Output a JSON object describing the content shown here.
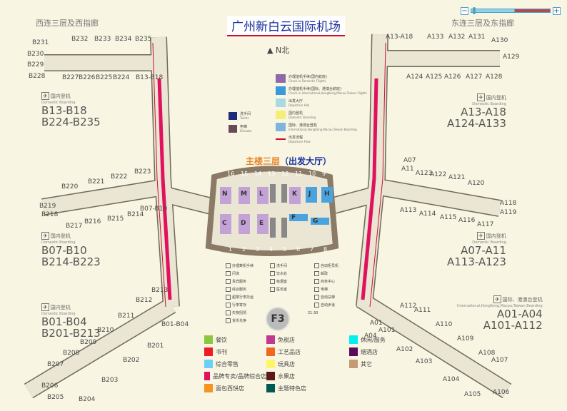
{
  "title": "广州新白云国际机场",
  "zoom_control": {
    "minus": "−",
    "plus": "+",
    "level": 0.55
  },
  "regions": {
    "west": "西连三层及西指廊",
    "east": "东连三层及东指廊",
    "main": "主楼三层",
    "main_sub": "（出发大厅）"
  },
  "compass": "N北",
  "boarding_blocks": [
    {
      "cn": "国内登机",
      "en": "Domestic Boarding",
      "line1": "B13-B18",
      "line2": "B224-B235"
    },
    {
      "cn": "国内登机",
      "en": "Domestic Boarding",
      "line1": "B07-B10",
      "line2": "B214-B223"
    },
    {
      "cn": "国内登机",
      "en": "Domestic Boarding",
      "line1": "B01-B04",
      "line2": "B201-B213"
    },
    {
      "cn": "国内登机",
      "en": "Domestic Boarding",
      "line1": "A13-A18",
      "line2": "A124-A133"
    },
    {
      "cn": "国内登机",
      "en": "Domestic Boarding",
      "line1": "A07-A11",
      "line2": "A113-A123"
    },
    {
      "cn": "国际、港澳台登机",
      "en": "International,HongKong,Macau,Taiwan Boarding",
      "line1": "A01-A04",
      "line2": "A101-A112"
    }
  ],
  "gates": [
    "B231",
    "B232",
    "B233",
    "B234",
    "B235",
    "B230",
    "B229",
    "B228",
    "B227",
    "B226",
    "B225",
    "B224",
    "B13-B18",
    "B220",
    "B221",
    "B222",
    "B223",
    "B219",
    "B218",
    "B217",
    "B216",
    "B215",
    "B214",
    "B07-B10",
    "B213",
    "B212",
    "B211",
    "B210",
    "B209",
    "B208",
    "B207",
    "B206",
    "B205",
    "B204",
    "B203",
    "B202",
    "B201",
    "B01-B04",
    "A13-A18",
    "A133",
    "A132",
    "A131",
    "A130",
    "A129",
    "A128",
    "A127",
    "A126",
    "A125",
    "A124",
    "A07",
    "A11",
    "A123",
    "A122",
    "A121",
    "A120",
    "A118",
    "A119",
    "A117",
    "A116",
    "A115",
    "A114",
    "A113",
    "A112",
    "A111",
    "A110",
    "A109",
    "A108",
    "A107",
    "A106",
    "A105",
    "A104",
    "A103",
    "A102",
    "A101",
    "A01",
    "A04"
  ],
  "terminal_doors_top": [
    "16",
    "15",
    "14",
    "13",
    "12",
    "11",
    "10",
    "9"
  ],
  "terminal_doors_bottom": [
    "1",
    "2",
    "3",
    "4",
    "5",
    "6",
    "7",
    "8"
  ],
  "counters_top": [
    "N",
    "M",
    "L",
    "K",
    "J",
    "H"
  ],
  "counters_bottom": [
    "C",
    "D",
    "E",
    "F",
    "G"
  ],
  "zone_legend": [
    {
      "cn": "办理值机手续(国内航班)",
      "en": "Check-in Domestic Flights",
      "color": "#8e6aa8"
    },
    {
      "cn": "办理值机手续(国际、港澳台航班)",
      "en": "Check-in International,HongKong,Macau,Taiwan Flights",
      "color": "#3a9ad9"
    },
    {
      "cn": "出发大厅",
      "en": "Departure Hall",
      "color": "#a9d9e3"
    },
    {
      "cn": "国内登机",
      "en": "Domestic Boarding",
      "color": "#f5ef7a"
    },
    {
      "cn": "国际、港澳台登机",
      "en": "International,HongKong,Macau,Taiwan Boarding",
      "color": "#7fb5dd"
    },
    {
      "cn": "出发流程",
      "en": "Departure Flow",
      "color": "#c8102e"
    }
  ],
  "small_legend": [
    {
      "cn": "洗手间",
      "en": "Toilets",
      "color": "#1e2a7a"
    },
    {
      "cn": "电梯",
      "en": "Elevator",
      "color": "#6a4a5a"
    }
  ],
  "facilities": [
    [
      "办理乘机手续",
      "问询",
      "贵宾服务",
      "综合服务",
      "超限行李托运",
      "行李寄存",
      "失物招领",
      "货币兑换"
    ],
    [
      "洗手间",
      "饮水处",
      "吸烟室",
      "医务室"
    ],
    [
      "自动柜员机",
      "邮政",
      "商务中心",
      "电梯",
      "自动扶梯",
      "自动步道"
    ]
  ],
  "time_note": "21:30",
  "floor_badge": "F3",
  "shop_legend": [
    {
      "label": "餐饮",
      "color": "#8dc63f"
    },
    {
      "label": "书刊",
      "color": "#ee1c25"
    },
    {
      "label": "综合零售",
      "color": "#6dcff6"
    },
    {
      "label": "品牌专卖/品牌综合店",
      "color": "#e0115f"
    },
    {
      "label": "面包西饼店",
      "color": "#f7941d"
    },
    {
      "label": "免税店",
      "color": "#c2378f"
    },
    {
      "label": "工艺品店",
      "color": "#f26522"
    },
    {
      "label": "玩具店",
      "color": "#fff568"
    },
    {
      "label": "水果店",
      "color": "#5b1a18"
    },
    {
      "label": "主题特色店",
      "color": "#005952"
    },
    {
      "label": "休闲/服务",
      "color": "#00f0f0"
    },
    {
      "label": "烟酒店",
      "color": "#5c0a5c"
    },
    {
      "label": "其它",
      "color": "#c49a74"
    }
  ]
}
